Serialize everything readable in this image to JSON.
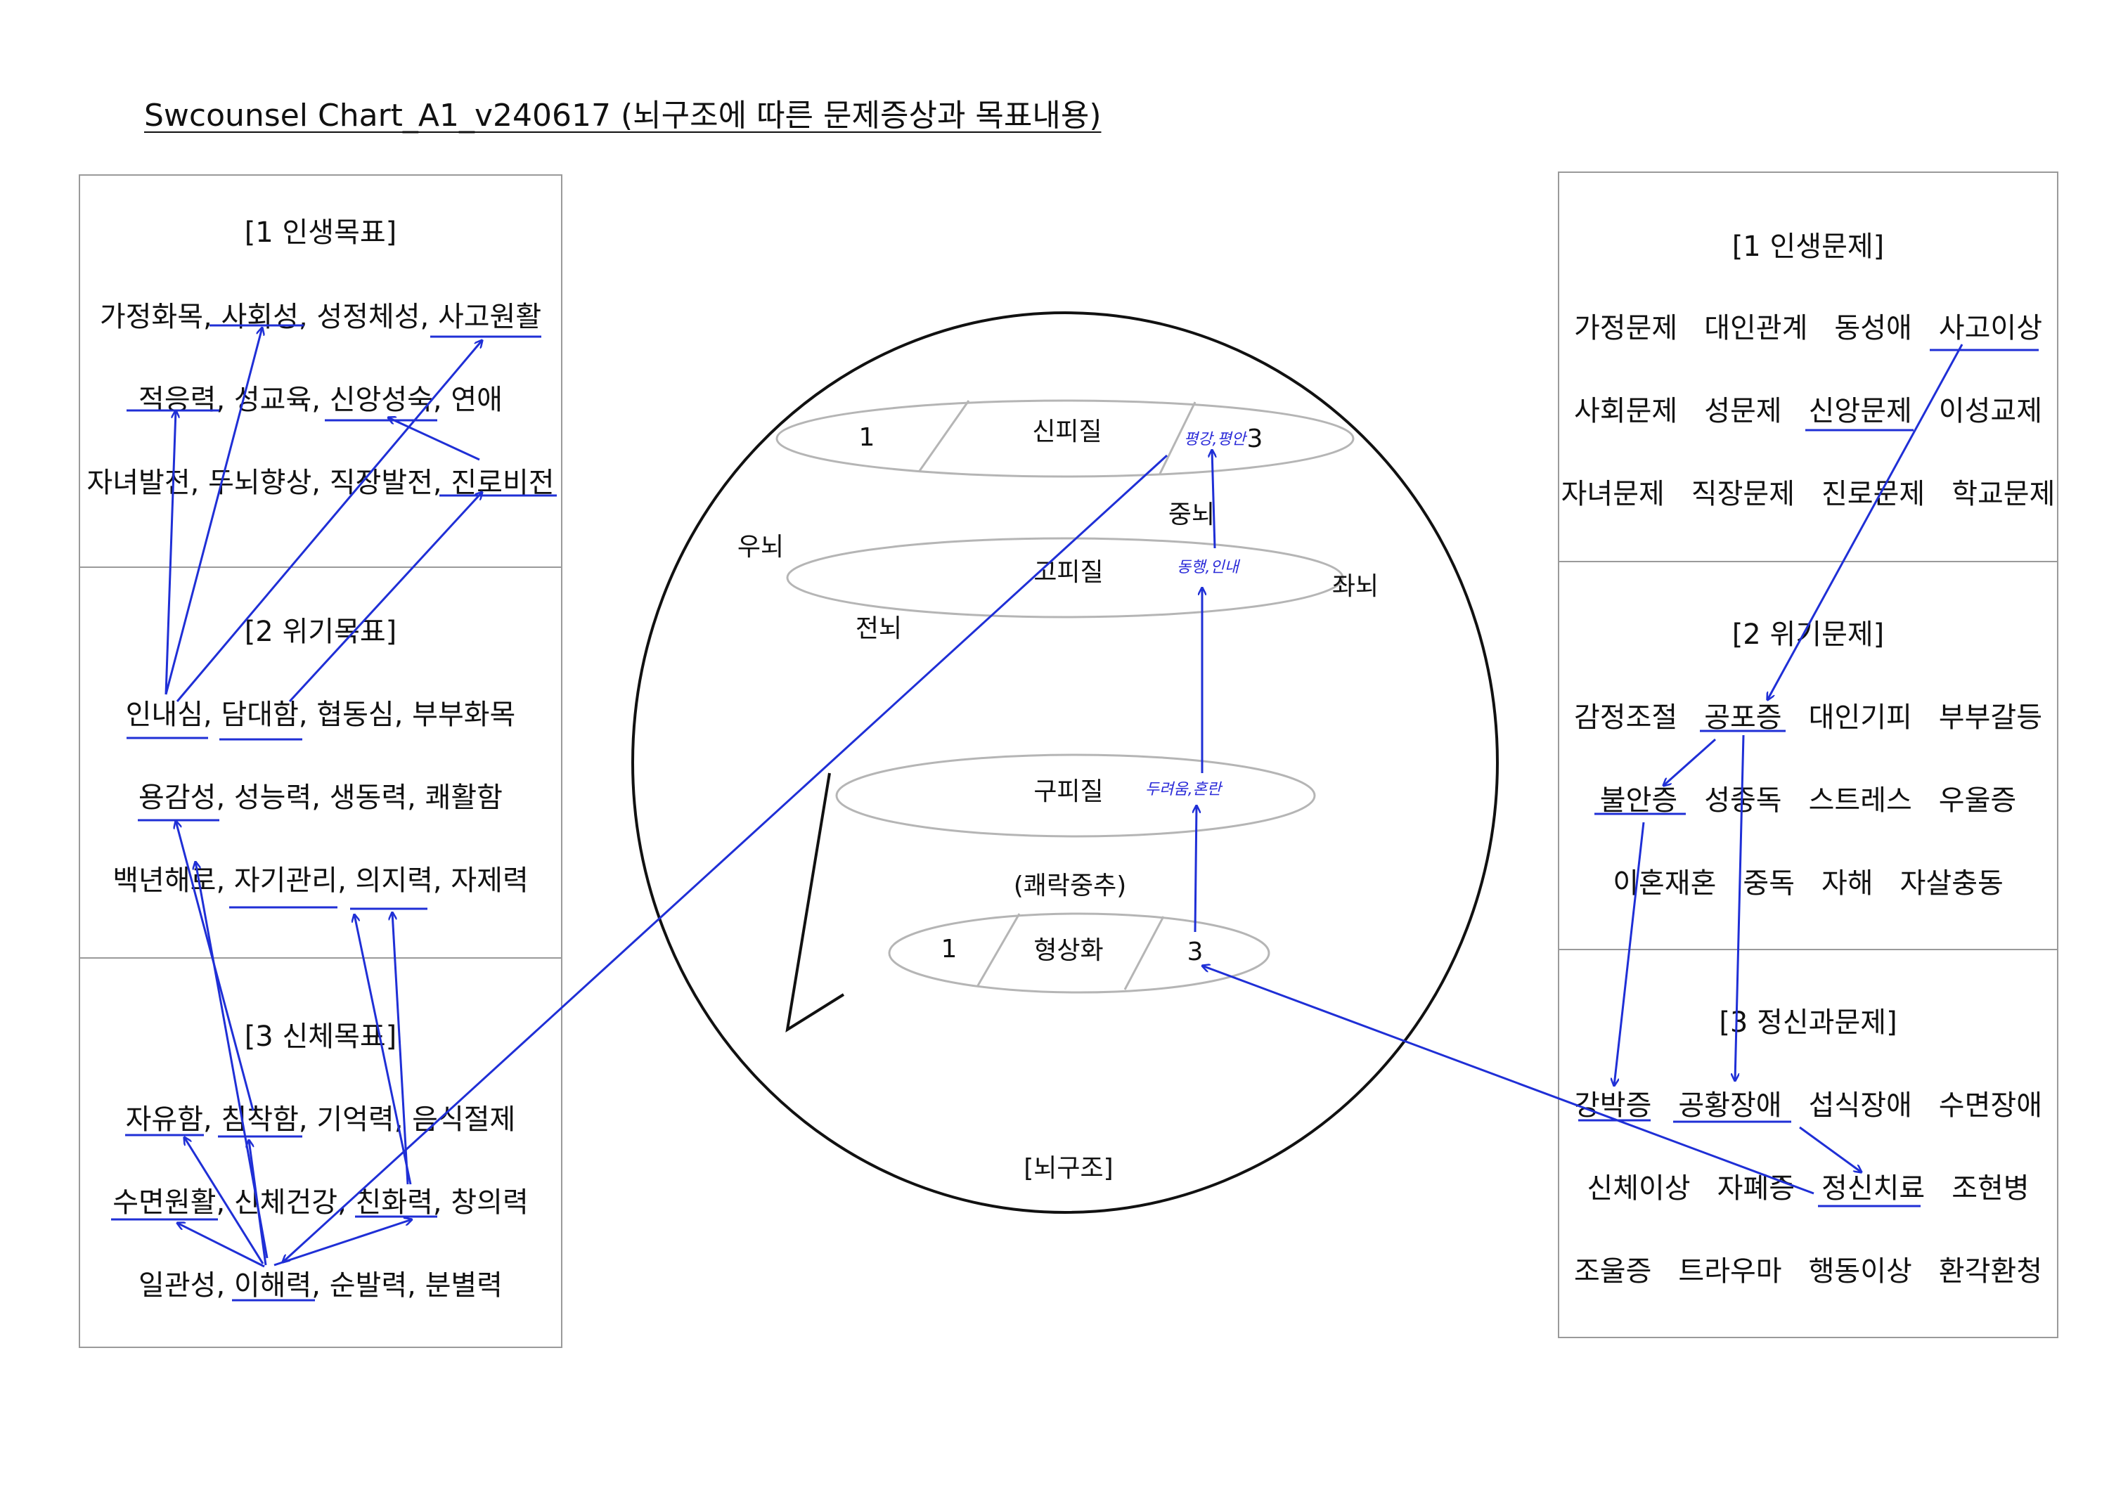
{
  "title": "Swcounsel Chart_A1_v240617 (뇌구조에 따른 문제증상과 목표내용)",
  "left_panel": {
    "sections": [
      {
        "title": "[1 인생목표]",
        "rows": [
          [
            "가정화목",
            "사회성",
            "성정체성",
            "사고원활"
          ],
          [
            "적응력",
            "성교육",
            "신앙성숙",
            "연애"
          ],
          [
            "자녀발전",
            "두뇌향상",
            "직장발전",
            "진로비전"
          ]
        ]
      },
      {
        "title": "[2 위기목표]",
        "rows": [
          [
            "인내심",
            "담대함",
            "협동심",
            "부부화목"
          ],
          [
            "용감성",
            "성능력",
            "생동력",
            "쾌활함"
          ],
          [
            "백년해로",
            "자기관리",
            "의지력",
            "자제력"
          ]
        ]
      },
      {
        "title": "[3 신체목표]",
        "rows": [
          [
            "자유함",
            "침착함",
            "기억력",
            "음식절제"
          ],
          [
            "수면원활",
            "신체건강",
            "친화력",
            "창의력"
          ],
          [
            "일관성",
            "이해력",
            "순발력",
            "분별력"
          ]
        ]
      }
    ],
    "separator": ", "
  },
  "right_panel": {
    "sections": [
      {
        "title": "[1 인생문제]",
        "rows": [
          [
            "가정문제",
            "대인관계",
            "동성애",
            "사고이상"
          ],
          [
            "사회문제",
            "성문제",
            "신앙문제",
            "이성교제"
          ],
          [
            "자녀문제",
            "직장문제",
            "진로문제",
            "학교문제"
          ]
        ]
      },
      {
        "title": "[2 위기문제]",
        "rows": [
          [
            "감정조절",
            "공포증",
            "대인기피",
            "부부갈등"
          ],
          [
            "불안증",
            "성중독",
            "스트레스",
            "우울증"
          ],
          [
            "이혼재혼",
            "중독",
            "자해",
            "자살충동"
          ]
        ]
      },
      {
        "title": "[3 정신과문제]",
        "rows": [
          [
            "강박증",
            "공황장애",
            "섭식장애",
            "수면장애"
          ],
          [
            "신체이상",
            "자폐증",
            "정신치료",
            "조현병"
          ],
          [
            "조울증",
            "트라우마",
            "행동이상",
            "환각환청"
          ]
        ]
      }
    ]
  },
  "brain": {
    "label": "[뇌구조]",
    "layers": [
      {
        "name": "신피질",
        "left_num": "1",
        "right_num": "3",
        "handwritten": "평강,평안"
      },
      {
        "name": "고피질",
        "handwritten": "동행,인내"
      },
      {
        "name": "구피질",
        "handwritten": "두려움,혼란"
      },
      {
        "name": "형상화",
        "left_num": "1",
        "right_num": "3"
      }
    ],
    "pleasure_center": "(쾌락중추)",
    "labels": {
      "right_brain": "우뇌",
      "left_brain": "좌뇌",
      "middle_brain": "중뇌",
      "front_brain": "전뇌"
    }
  },
  "colors": {
    "connector": "#1f2fd6",
    "ellipse": "#b5b5b5",
    "box_border": "#9a9a9a",
    "text": "#111111"
  }
}
